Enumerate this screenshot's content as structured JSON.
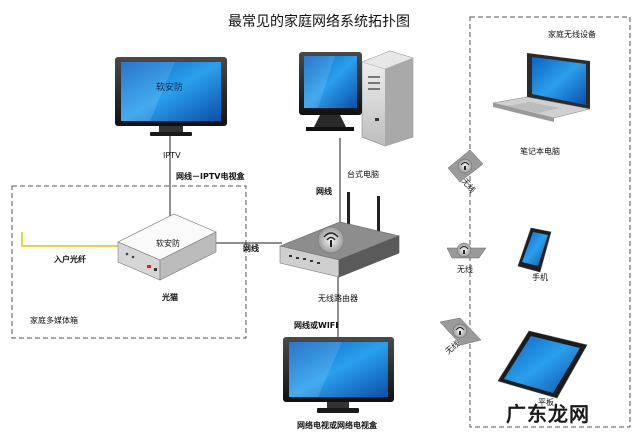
{
  "title": "最常见的家庭网络系统拓扑图",
  "devices": {
    "top_tv": {
      "label": "IPTV",
      "screen_text": "软安防"
    },
    "desktop": {
      "label": "台式电脑"
    },
    "modem": {
      "label": "光猫",
      "device_text": "软安防",
      "fiber_label": "入户光纤"
    },
    "router": {
      "label": "无线路由器"
    },
    "bottom_tv": {
      "label": "网络电视或网络电视盒"
    },
    "laptop": {
      "label": "笔记本电脑"
    },
    "phone": {
      "label": "手机"
    },
    "tablet": {
      "label": "平板"
    }
  },
  "connections": {
    "tv_to_modem": "网线－IPTV电视盒",
    "desktop_to_router": "网线",
    "modem_to_router": "网线",
    "router_to_tv": "网线或WIFI"
  },
  "wireless": {
    "labels": [
      "无线",
      "无线",
      "无线"
    ]
  },
  "zones": {
    "home_media_box": "家庭多媒体箱",
    "wireless_devices": "家庭无线设备"
  },
  "watermark": "广东龙网",
  "colors": {
    "screen": "#1f8fe0",
    "dashed": "#555555",
    "fiber": "#e6c200"
  }
}
